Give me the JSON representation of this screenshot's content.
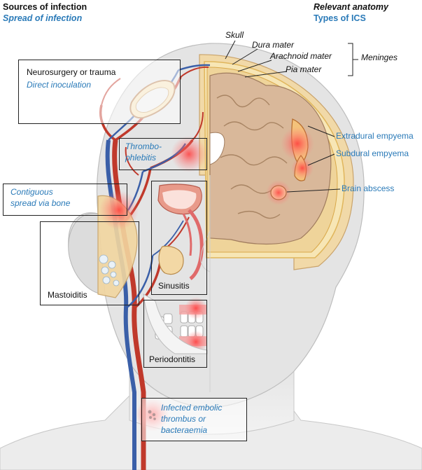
{
  "header": {
    "sources_title": "Sources of infection",
    "sources_subtitle": "Spread of infection",
    "anatomy_title": "Relevant anatomy",
    "anatomy_subtitle": "Types of ICS"
  },
  "anatomy_labels": {
    "skull": "Skull",
    "dura": "Dura mater",
    "arachnoid": "Arachnoid mater",
    "pia": "Pia mater",
    "meninges": "Meninges"
  },
  "ics_types": {
    "extradural": "Extradural empyema",
    "subdural": "Subdural empyema",
    "abscess": "Brain abscess"
  },
  "sources": {
    "neurosurgery": {
      "label": "Neurosurgery or trauma",
      "route": "Direct inoculation"
    },
    "thrombo": {
      "line1": "Thrombo-",
      "line2": "phlebitis"
    },
    "contiguous": {
      "line1": "Contiguous",
      "line2": "spread via bone"
    },
    "mastoiditis": "Mastoiditis",
    "sinusitis": "Sinusitis",
    "periodontitis": "Periodontitis",
    "embolic": {
      "line1": "Infected embolic",
      "line2": "thrombus or",
      "line3": "bacteraemia"
    }
  },
  "colors": {
    "accent_blue": "#2a7ab8",
    "brain": "#d9b89a",
    "skin": "#e6e6e6",
    "artery": "#c0392b",
    "vein": "#3a5fa8",
    "infection": "#e83a3a"
  }
}
